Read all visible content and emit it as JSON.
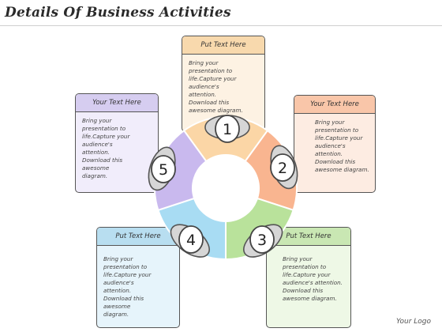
{
  "title": "Details Of Business Activities",
  "cards": [
    {
      "id": "1",
      "header": "Put Text Here",
      "body": "Bring your presentation to life.Capture your audience's attention. Download this awesome diagram.",
      "head_color": "#f8d9ad",
      "body_color": "#fdf2e3"
    },
    {
      "id": "2",
      "header": "Your Text Here",
      "body": "Bring your presentation to life.Capture your audience's attention. Download this awesome diagram.",
      "head_color": "#f9c6a9",
      "body_color": "#fdece2"
    },
    {
      "id": "3",
      "header": "Put Text Here",
      "body": "Bring your presentation to life.Capture your audience's attention. Download this awesome diagram.",
      "head_color": "#c9e7b3",
      "body_color": "#eef8e6"
    },
    {
      "id": "4",
      "header": "Put Text Here",
      "body": "Bring your presentation to life.Capture your audience's attention. Download this awesome diagram.",
      "head_color": "#b8def0",
      "body_color": "#e6f4fb"
    },
    {
      "id": "5",
      "header": "Your Text Here",
      "body": "Bring your presentation to life.Capture your audience's attention. Download this awesome diagram.",
      "head_color": "#d6cdf0",
      "body_color": "#f1edfb"
    }
  ],
  "ring_segments": [
    {
      "label": "1",
      "color": "#fbd6a6"
    },
    {
      "label": "2",
      "color": "#f9b590"
    },
    {
      "label": "3",
      "color": "#b9e29b"
    },
    {
      "label": "4",
      "color": "#a8dcf3"
    },
    {
      "label": "5",
      "color": "#c9b9ee"
    }
  ],
  "logo": "Your Logo"
}
